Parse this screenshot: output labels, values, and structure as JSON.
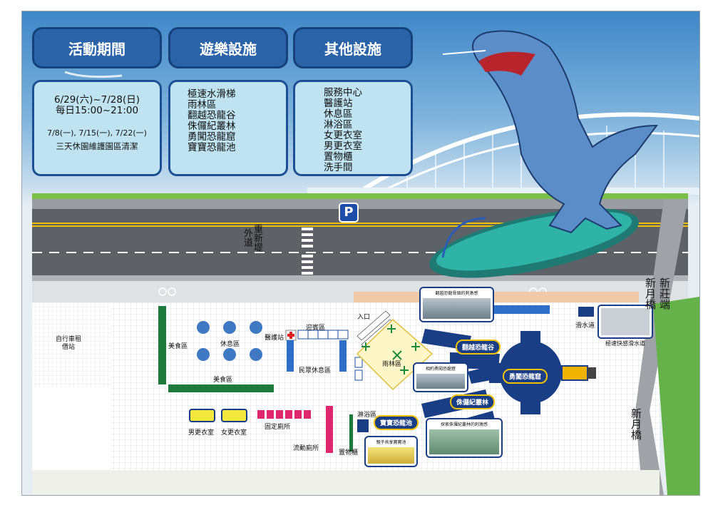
{
  "headers": {
    "activity_period": "活動期間",
    "play_facilities": "遊樂設施",
    "other_facilities": "其他設施"
  },
  "period_box": {
    "line1": "6/29(六)~7/28(日)",
    "line2": "每日15:00~21:00",
    "line3": "7/8(一), 7/15(一), 7/22(一)",
    "line4": "三天休園維護園區清潔"
  },
  "play_list": [
    "極速水滑梯",
    "雨林區",
    "翻越恐龍谷",
    "侏儸紀叢林",
    "勇闖恐龍窟",
    "寶寶恐龍池"
  ],
  "other_list": [
    "服務中心",
    "醫護站",
    "休息區",
    "淋浴區",
    "女更衣室",
    "男更衣室",
    "置物櫃",
    "洗手間"
  ],
  "map": {
    "parking_icon": "P",
    "road_name": "重新堤外道",
    "xinzhuang_end": "新莊端",
    "xinyue_bridge_top": "新月橋",
    "xinyue_bridge_bottom": "新月橋",
    "bike_rental": "自行車租借站",
    "food_area_left": "美食區",
    "rest_area": "休息區",
    "food_area_bottom": "美食區",
    "medical_station": "醫護站",
    "welcome_area": "迎賓區",
    "public_rest_area": "民眾休息區",
    "entrance": "入口",
    "rainforest": "雨林區",
    "shower_area": "淋浴區",
    "mens_locker": "男更衣室",
    "womens_locker": "女更衣室",
    "fixed_toilet": "固定廁所",
    "mobile_toilet": "流動廁所",
    "storage_lockers": "置物櫃",
    "water_slide": "滑水道",
    "water_slide_thumb": "極速快感滑水道",
    "dino_valley_pill": "翻越恐龍谷",
    "dino_cave_pill": "勇闖恐龍窟",
    "jurassic_pill": "侏儸紀叢林",
    "baby_pool_pill": "寶寶恐龍池",
    "thumb_valley": "翻越恐龍骨頭的刺激感",
    "thumb_cave": "相約勇闖恐龍窟",
    "thumb_jungle": "探索侏儸紀叢林的刺激感",
    "thumb_baby": "親子共享寶寶池"
  },
  "colors": {
    "header_blue": "#2a63a8",
    "box_fill": "#bfe3f0",
    "road": "#5e6166",
    "pad_navy": "#1a3e85",
    "green_bar": "#1e7a3c",
    "pink": "#e0266d",
    "dino_blue": "#5b8ec9"
  }
}
